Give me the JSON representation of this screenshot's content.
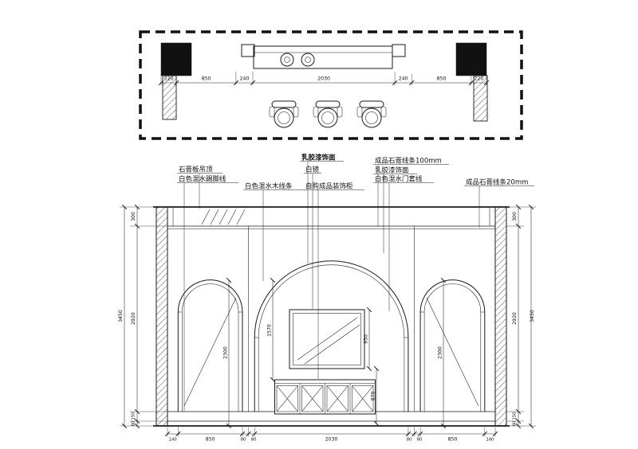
{
  "meta": {
    "document_type": "interior elevation CAD drawing",
    "background": "#ffffff",
    "line_color": "#1a1a1a"
  },
  "plan": {
    "dims": [
      "220",
      "850",
      "240",
      "2030",
      "240",
      "850",
      "220"
    ]
  },
  "elev": {
    "callouts": {
      "ceiling": "石膏板吊顶",
      "skirting": "白色混水踢脚线",
      "wood_trim": "白色混水木线条",
      "latex_center": "乳胶漆饰面",
      "mirror": "白镜",
      "cabinet": "自购成品装饰柜",
      "gypsum_100": "成品石膏线条100mm",
      "latex_right": "乳胶漆饰面",
      "door_frame": "白色混水门套线",
      "gypsum_20": "成品石膏线条20mm"
    },
    "left": {
      "total": "3450",
      "segs": [
        "300",
        "2920",
        "150",
        "80"
      ]
    },
    "right": {
      "total": "3450",
      "segs": [
        "300",
        "2920",
        "150",
        "80"
      ]
    },
    "inner": {
      "arch_left": "2300",
      "center_height": "1570",
      "mirror_height": "930",
      "below_mirror": "870",
      "arch_right": "2300"
    },
    "bottom": [
      "140",
      "850",
      "80",
      "80",
      "2030",
      "80",
      "80",
      "850",
      "140"
    ]
  }
}
